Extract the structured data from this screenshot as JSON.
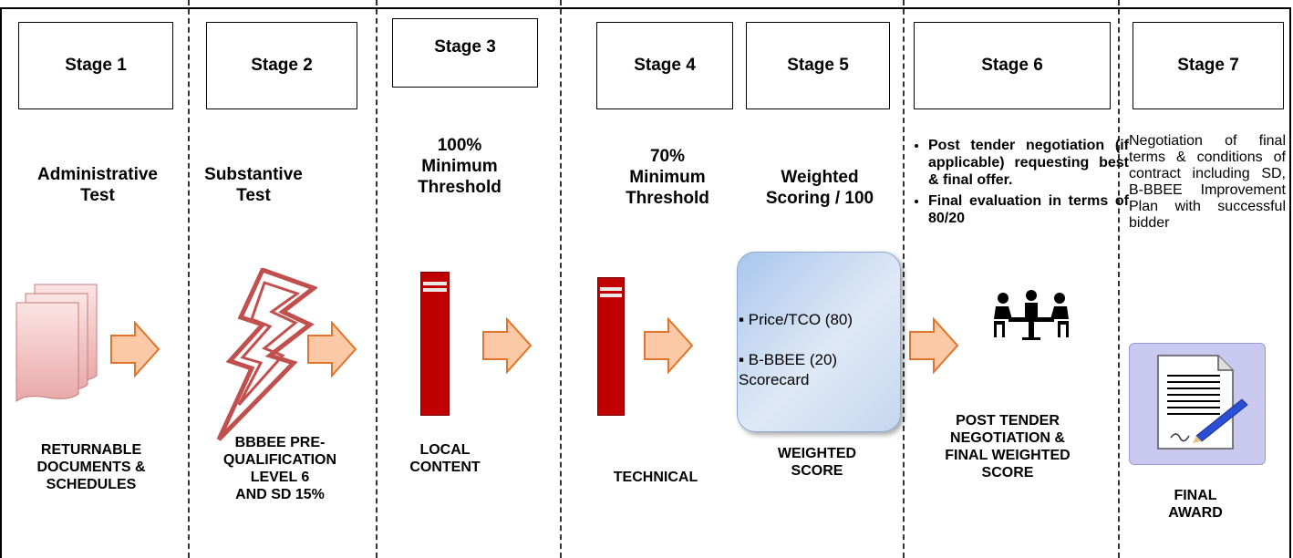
{
  "stages": [
    {
      "label": "Stage 1",
      "title": "Administrative Test",
      "caption": "RETURNABLE DOCUMENTS & SCHEDULES"
    },
    {
      "label": "Stage 2",
      "title": "Substantive Test",
      "caption": "BBBEE PRE-QUALIFICATION LEVEL 6 AND SD 15%"
    },
    {
      "label": "Stage 3",
      "title": "100% Minimum Threshold",
      "caption": "LOCAL CONTENT"
    },
    {
      "label": "Stage 4",
      "title": "70% Minimum Threshold",
      "caption": "TECHNICAL"
    },
    {
      "label": "Stage 5",
      "title": "Weighted Scoring / 100",
      "caption": "WEIGHTED SCORE"
    },
    {
      "label": "Stage 6",
      "caption": "POST TENDER NEGOTIATION & FINAL WEIGHTED SCORE"
    },
    {
      "label": "Stage 7",
      "caption": "FINAL AWARD"
    }
  ],
  "stage1_caption_lines": [
    "RETURNABLE",
    "DOCUMENTS &",
    "SCHEDULES"
  ],
  "stage2_caption_lines": [
    "BBBEE PRE-",
    "QUALIFICATION",
    "LEVEL 6",
    "AND SD 15%"
  ],
  "stage3_title_lines": [
    "100%",
    "Minimum",
    "Threshold"
  ],
  "stage3_caption_lines": [
    "LOCAL",
    "CONTENT"
  ],
  "stage4_title_lines": [
    "70%",
    "Minimum",
    "Threshold"
  ],
  "stage5_title_lines": [
    "Weighted",
    "Scoring / 100"
  ],
  "stage5_caption_lines": [
    "WEIGHTED",
    "SCORE"
  ],
  "stage5_bullets": [
    "Price/TCO (80)",
    "B-BBEE (20) Scorecard"
  ],
  "stage6_bullets": [
    "Post tender negotiation (if applicable) requesting best & final offer.",
    "Final evaluation in terms of 80/20"
  ],
  "stage6_caption_lines": [
    "POST TENDER",
    "NEGOTIATION &",
    "FINAL WEIGHTED",
    "SCORE"
  ],
  "stage7_text": "Negotiation of final terms & conditions of contract including SD, B-BBEE Improvement Plan with successful bidder",
  "stage7_caption_lines": [
    "FINAL",
    "AWARD"
  ],
  "colors": {
    "bar": "#c00000",
    "arrow_fill": "#fbc9a6",
    "arrow_stroke": "#e0742a",
    "bolt": "#c0504d",
    "docs": "#f2c4c4",
    "award_bg": "#c9c9f0"
  }
}
